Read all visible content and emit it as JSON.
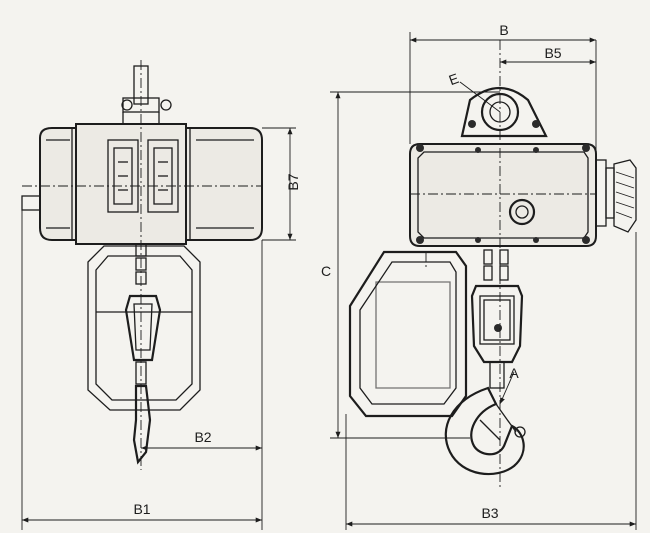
{
  "labels": {
    "b": "B",
    "b5": "B5",
    "b7": "B7",
    "c": "C",
    "b2": "B2",
    "b1": "B1",
    "b3": "B3",
    "a": "A",
    "e": "E"
  },
  "colors": {
    "ink": "#1d1d1d",
    "paper": "#f4f3ef",
    "fill": "#eceae4"
  }
}
